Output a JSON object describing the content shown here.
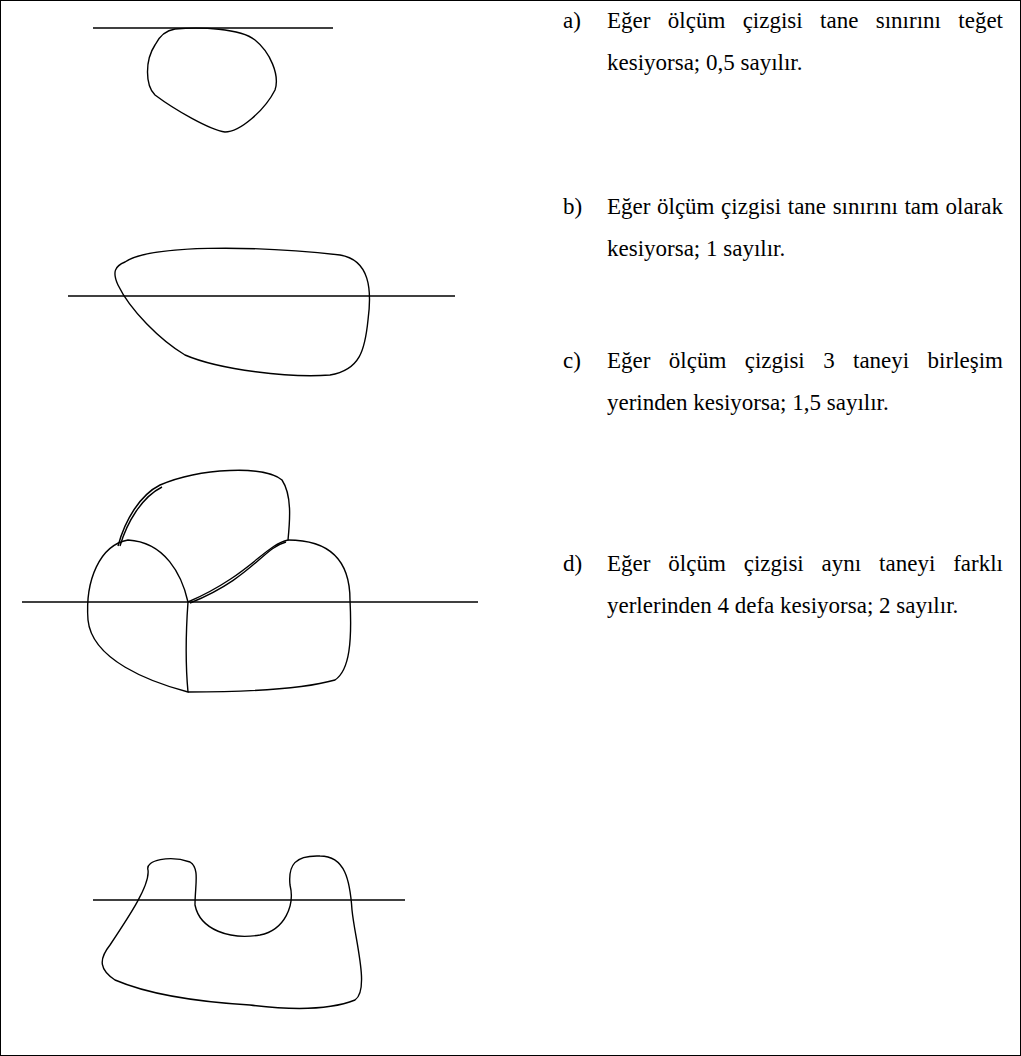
{
  "diagram": {
    "labels": [
      "a)",
      "Eğer ölçüm çizgisi tane sınırını teğet kesiyorsa; 0,5 sayılır.",
      "b)",
      "Eğer ölçüm çizgisi tane sınırını tam olarak kesiyorsa; 1 sayılır.",
      "c)",
      "Eğer ölçüm çizgisi 3 taneyi birleşim yerinden kesiyorsa; 1,5 sayılır.",
      "d)",
      "Eğer ölçüm çizgisi aynı taneyi farklı yerlerinden 4 defa kesiyorsa; 2 sayılır."
    ]
  }
}
